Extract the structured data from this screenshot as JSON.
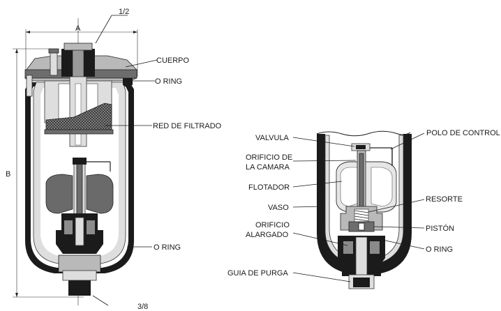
{
  "left_view": {
    "dims": {
      "top_port": "1/2",
      "width": "A",
      "height": "B",
      "bottom_port": "3/8"
    },
    "labels": {
      "body": "CUERPO",
      "oring_top": "O RING",
      "filter_mesh": "RED DE FILTRADO",
      "oring_bottom": "O RING"
    }
  },
  "right_view": {
    "labels": {
      "valve": "VALVULA",
      "chamber_orifice_line1": "ORIFICIO DE",
      "chamber_orifice_line2": "LA CAMARA",
      "float": "FLOTADOR",
      "bowl": "VASO",
      "elongated_orifice_line1": "ORIFICIO",
      "elongated_orifice_line2": "ALARGADO",
      "drain_guide": "GUIA DE PURGA",
      "control_pole": "POLO DE CONTROL",
      "spring": "RESORTE",
      "piston": "PISTÓN",
      "oring": "O RING"
    }
  }
}
